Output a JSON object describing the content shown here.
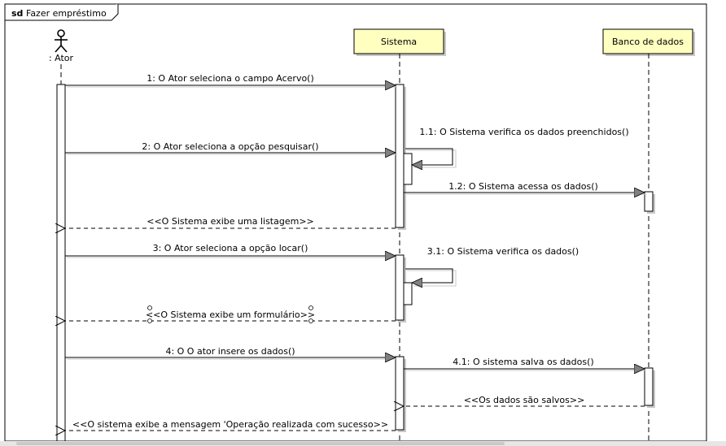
{
  "frame": {
    "keyword": "sd",
    "name": "Fazer empréstimo"
  },
  "lifelines": {
    "actor": ": Ator",
    "system": "Sistema",
    "database": "Banco de dados"
  },
  "messages": {
    "m1": "1: O Ator seleciona o campo Acervo()",
    "m11": "1.1: O Sistema verifica os dados preenchidos()",
    "m2": "2: O Ator seleciona a opção pesquisar()",
    "m12": "1.2: O Sistema acessa os dados()",
    "r1": "<<O Sistema exibe uma listagem>>",
    "m3": "3: O Ator seleciona a opção locar()",
    "m31": "3.1: O Sistema verifica os dados()",
    "r2": "<<O Sistema exibe um formulário>>",
    "m4": "4: O O ator insere os dados()",
    "m41": "4.1: O sistema salva os dados()",
    "r41": "<<Os dados são salvos>>",
    "r4": "<<O sistema exibe a mensagem 'Operação realizada com sucesso>>"
  },
  "colors": {
    "lifeline_box_fill": "#ffffc0",
    "line": "#000000",
    "arrowhead_fill": "#808080",
    "shadow": "#c8c8c8"
  }
}
